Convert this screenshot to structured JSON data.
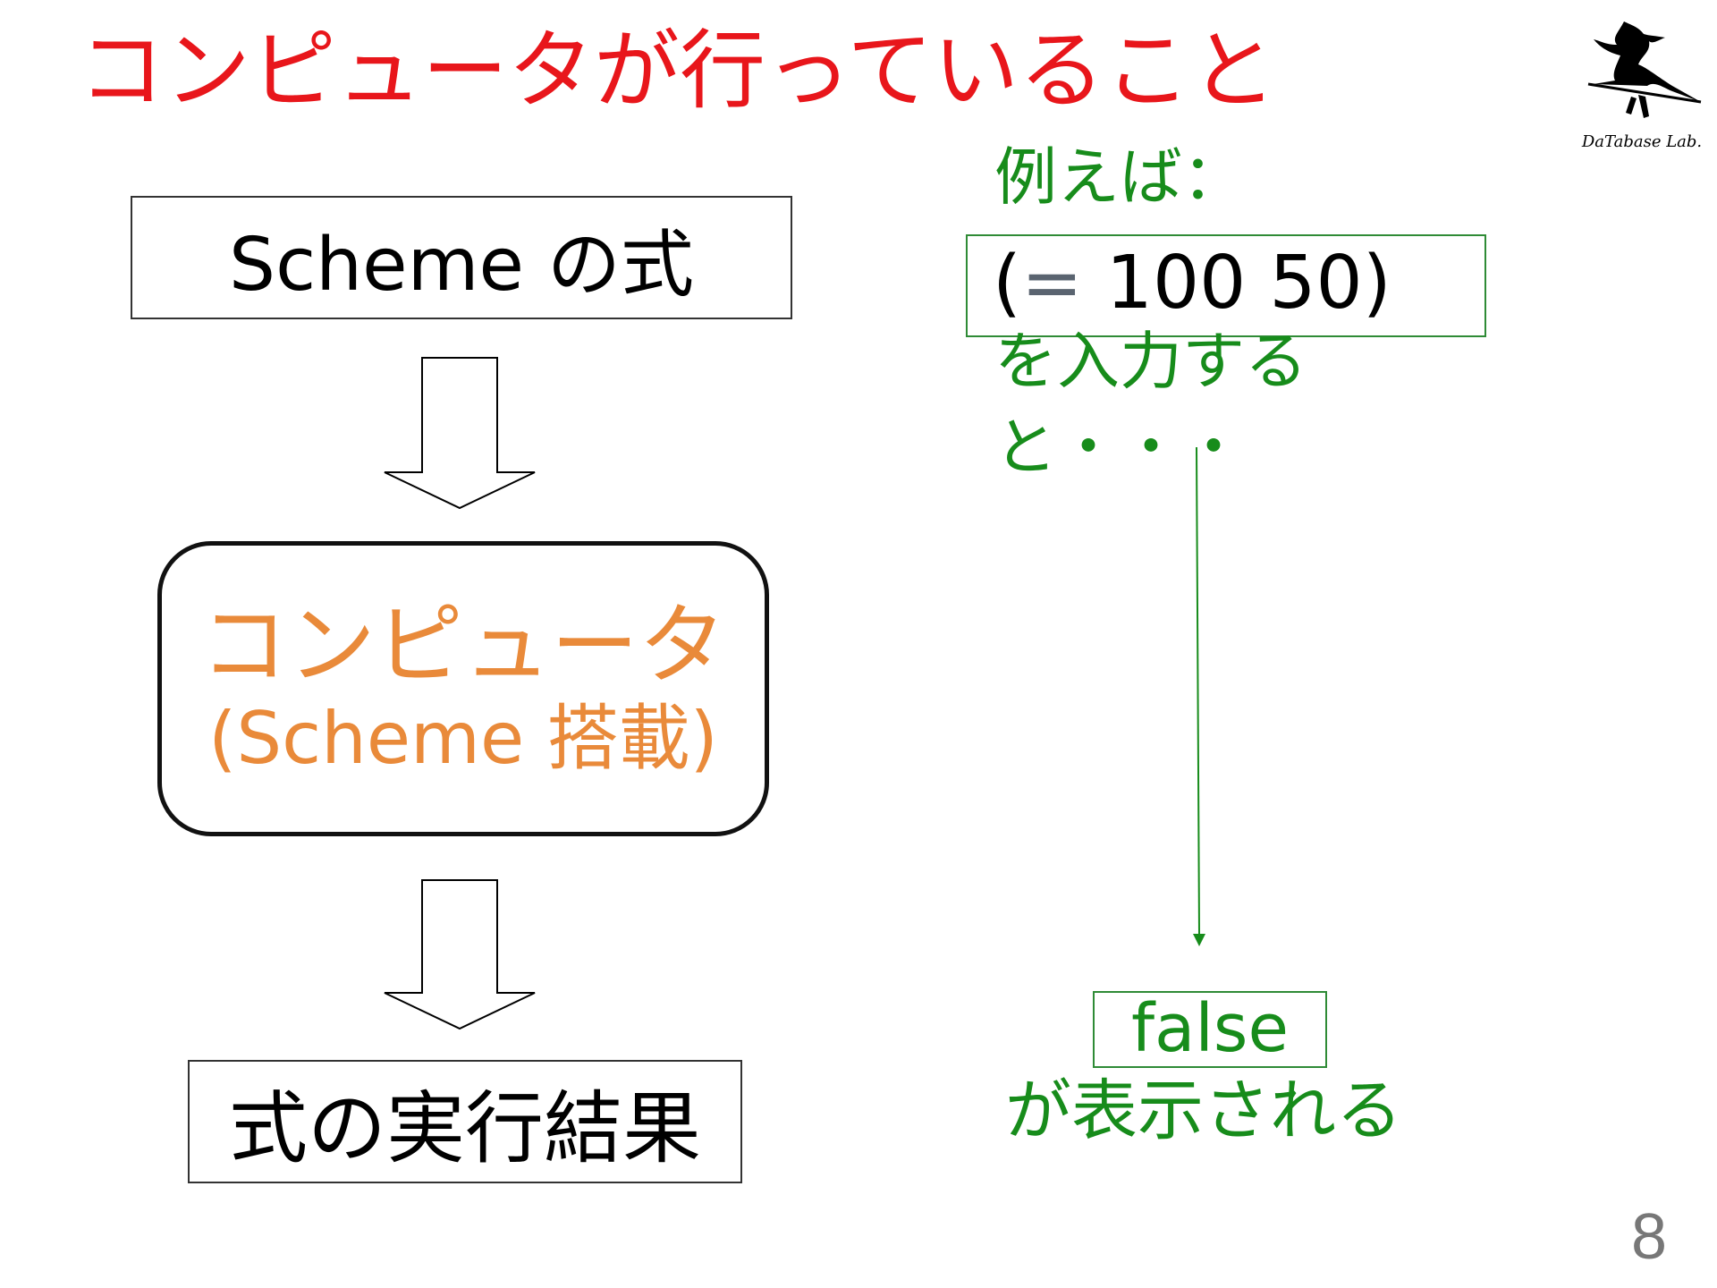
{
  "slide": {
    "title": "コンピュータが行っていること",
    "page_number": "8",
    "logo_text": "DaTabase Lab."
  },
  "flow": {
    "input_box": "Scheme の式",
    "computer_line1": "コンピュータ",
    "computer_line2": "(Scheme 搭載)",
    "result_box": "式の実行結果"
  },
  "example": {
    "label": "例えば：",
    "code_open": "(",
    "code_eq": "=",
    "code_rest": " 100 50)",
    "input_phrase": "を入力する",
    "then_phrase": "と・・・",
    "result": "false",
    "shown_phrase": "が表示される"
  },
  "colors": {
    "title": "#e8161b",
    "accent_orange": "#e98a3a",
    "example_green": "#178c1b",
    "box_border": "#333333"
  }
}
